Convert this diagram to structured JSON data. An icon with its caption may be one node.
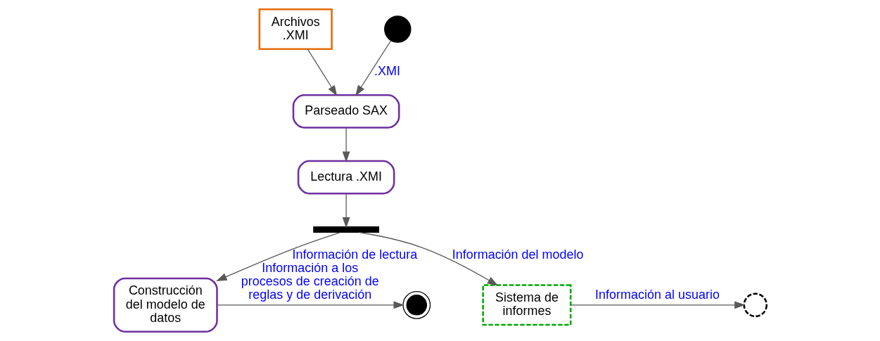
{
  "diagram": {
    "nodes": [
      {
        "text": [
          "Archivos .XMI"
        ]
      },
      {
        "text": [],
        "shape": "circle"
      },
      {
        "text": [
          "Parseado SAX"
        ]
      },
      {
        "text": [
          "Lectura .XMI"
        ]
      },
      {
        "text": [],
        "shape": "bar"
      },
      {
        "text": [
          "Construcción del modelo de datos"
        ]
      },
      {
        "text": [
          "Sistema de informes"
        ]
      },
      {
        "text": [],
        "shape": "circle"
      },
      {
        "text": [],
        "shape": "circle"
      }
    ],
    "edges": [
      {
        "from": 0,
        "to": 2,
        "arrow": "to"
      },
      {
        "from": 1,
        "to": 2,
        "arrow": "to",
        "label": ".XMI"
      },
      {
        "from": 2,
        "to": 3,
        "arrow": "to"
      },
      {
        "from": 3,
        "to": 4,
        "arrow": "to"
      },
      {
        "from": 4,
        "to": 5,
        "arrow": "to",
        "label": "Información de lectura"
      },
      {
        "from": 4,
        "to": 6,
        "arrow": "to",
        "label": "Información del modelo"
      },
      {
        "from": 5,
        "to": 7,
        "arrow": "to",
        "label": "Información a los procesos de creación de reglas y de derivación"
      },
      {
        "from": 6,
        "to": 8,
        "arrow": "to",
        "label": "Información al usuario"
      }
    ]
  }
}
